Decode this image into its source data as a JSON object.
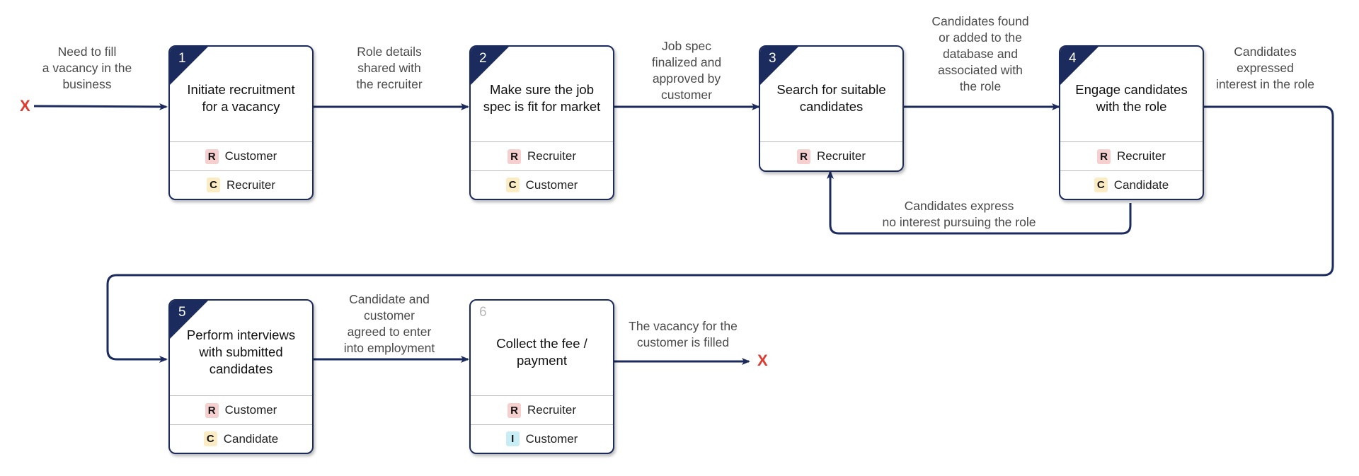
{
  "start_marker": "X",
  "end_marker": "X",
  "steps": [
    {
      "number": "1",
      "title": "Initiate recruitment\nfor a vacancy",
      "roles": [
        {
          "code": "R",
          "name": "Customer"
        },
        {
          "code": "C",
          "name": "Recruiter"
        }
      ]
    },
    {
      "number": "2",
      "title": "Make sure the job\nspec is fit for market",
      "roles": [
        {
          "code": "R",
          "name": "Recruiter"
        },
        {
          "code": "C",
          "name": "Customer"
        }
      ]
    },
    {
      "number": "3",
      "title": "Search for suitable\ncandidates",
      "roles": [
        {
          "code": "R",
          "name": "Recruiter"
        }
      ]
    },
    {
      "number": "4",
      "title": "Engage candidates\nwith the role",
      "roles": [
        {
          "code": "R",
          "name": "Recruiter"
        },
        {
          "code": "C",
          "name": "Candidate"
        }
      ]
    },
    {
      "number": "5",
      "title": "Perform interviews\nwith submitted\ncandidates",
      "roles": [
        {
          "code": "R",
          "name": "Customer"
        },
        {
          "code": "C",
          "name": "Candidate"
        }
      ]
    },
    {
      "number": "6",
      "title": "Collect the fee /\npayment",
      "roles": [
        {
          "code": "R",
          "name": "Recruiter"
        },
        {
          "code": "I",
          "name": "Customer"
        }
      ]
    }
  ],
  "transitions": {
    "start": "Need to fill\na vacancy in the\nbusiness",
    "s1_s2": "Role details\nshared with\nthe recruiter",
    "s2_s3": "Job spec\nfinalized and\napproved by\ncustomer",
    "s3_s4": "Candidates found\nor added to the\ndatabase and\nassociated with\nthe role",
    "s4_s3": "Candidates express\nno interest pursuing the role",
    "s4_s5": "Candidates\nexpressed\ninterest in the role",
    "s5_s6": "Candidate and\ncustomer\nagreed to enter\ninto employment",
    "end": "The vacancy for the\ncustomer is filled"
  },
  "colors": {
    "box_border": "#1b2b5e",
    "arrow": "#1b2b5e",
    "terminal_x": "#e03a2f",
    "badge_R": "#f6cfcf",
    "badge_C": "#fbecc4",
    "badge_I": "#c9edf5"
  }
}
